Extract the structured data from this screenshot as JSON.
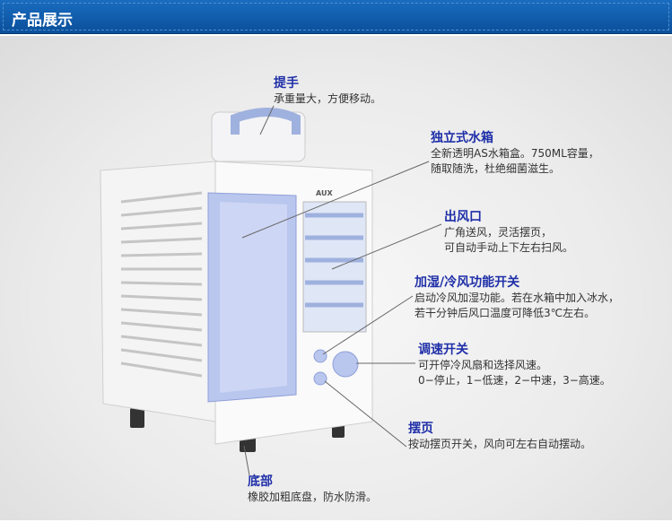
{
  "header": {
    "title": "产品展示"
  },
  "product": {
    "brand": "AUX"
  },
  "callouts": [
    {
      "title": "提手",
      "lines": [
        "承重量大，方便移动。"
      ]
    },
    {
      "title": "独立式水箱",
      "lines": [
        "全新透明AS水箱盒。750ML容量，",
        "随取随洗，杜绝细菌滋生。"
      ]
    },
    {
      "title": "出风口",
      "lines": [
        "广角送风，灵活摆页，",
        "可自动手动上下左右扫风。"
      ]
    },
    {
      "title": "加湿/冷风功能开关",
      "lines": [
        "启动冷风加湿功能。若在水箱中加入冰水，",
        "若干分钟后风口温度可降低3℃左右。"
      ]
    },
    {
      "title": "调速开关",
      "lines": [
        "可开停冷风扇和选择风速。",
        "0−停止，1−低速，2−中速，3−高速。"
      ]
    },
    {
      "title": "摆页",
      "lines": [
        "按动摆页开关，风向可左右自动摆动。"
      ]
    },
    {
      "title": "底部",
      "lines": [
        "橡胶加粗底盘，防水防滑。"
      ]
    }
  ]
}
